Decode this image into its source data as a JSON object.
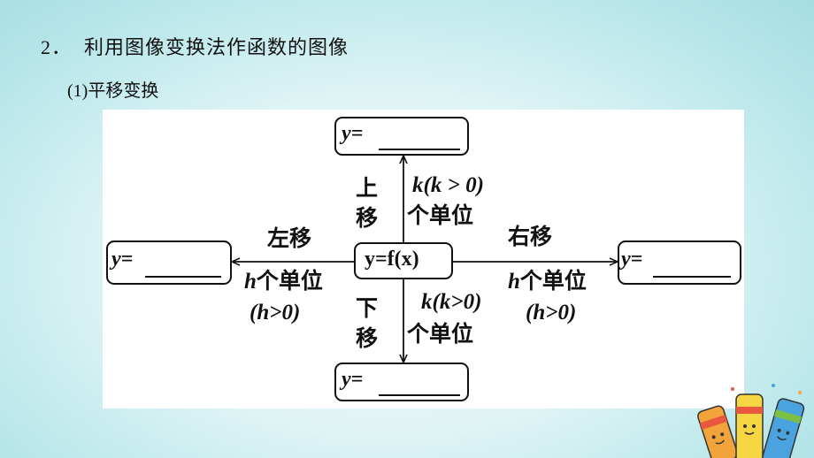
{
  "heading": {
    "number": "2．",
    "text": "利用图像变换法作函数的图像"
  },
  "subheading": {
    "paren": "(1)",
    "text": "平移变换"
  },
  "diagram": {
    "center": "y=f(x)",
    "box_prefix": "y=",
    "up": {
      "move": [
        "上",
        "移"
      ],
      "amount": "k(k > 0)",
      "unit": "个单位"
    },
    "down": {
      "move": [
        "下",
        "移"
      ],
      "amount": "k(k>0)",
      "unit": "个单位"
    },
    "left": {
      "move": "左移",
      "amount_var": "h",
      "unit": "个单位",
      "condition": "(h>0)"
    },
    "right": {
      "move": "右移",
      "amount_var": "h",
      "unit": "个单位",
      "condition": "(h>0)"
    }
  },
  "decoration": {
    "icon": "crayons-icon",
    "colors": [
      "#f2a33a",
      "#e9573f",
      "#f6d743",
      "#4aa3df",
      "#7bc043"
    ]
  }
}
